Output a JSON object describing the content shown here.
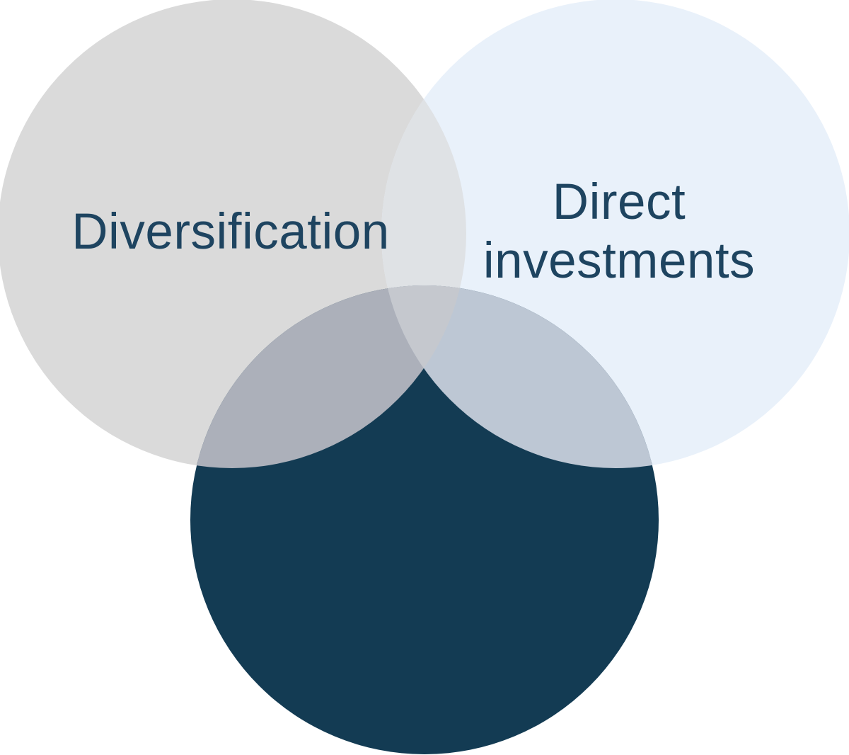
{
  "diagram": {
    "type": "venn-3",
    "title": "",
    "sets": [
      {
        "id": "diversification",
        "label": "Diversification",
        "label_lines": [
          "Diversification"
        ]
      },
      {
        "id": "direct-investments",
        "label": "Direct investments",
        "label_lines": [
          "Direct",
          "investments"
        ]
      },
      {
        "id": "bottom-unlabeled",
        "label": "",
        "label_lines": []
      }
    ],
    "colors": {
      "background": "#ffffff",
      "set_diversification": "#dadada",
      "set_direct_investments": "#e9f1fa",
      "set_bottom": "#133b53",
      "overlap_diversification_direct": "#dfe2e5",
      "overlap_diversification_bottom": "#acb0ba",
      "overlap_direct_bottom": "#bdc7d4",
      "overlap_all_three": "#c5c8ce",
      "label_text": "#1e4460"
    }
  }
}
